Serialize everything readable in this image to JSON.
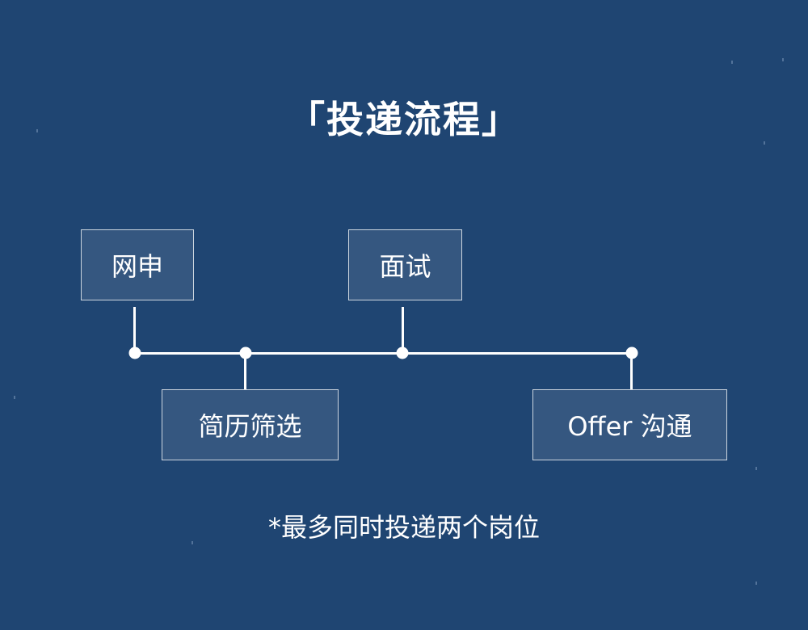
{
  "title": "「投递流程」",
  "steps": [
    "网申",
    "简历筛选",
    "面试",
    "Offer 沟通"
  ],
  "note": "*最多同时投递两个岗位"
}
